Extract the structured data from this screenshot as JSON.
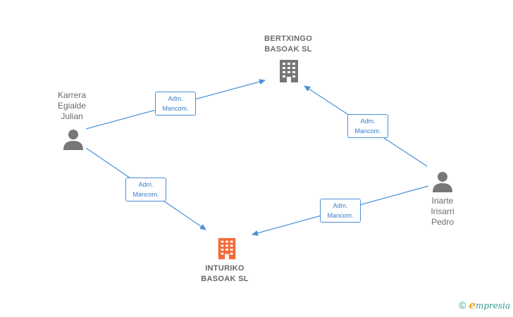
{
  "companies": {
    "bertxingo": {
      "label": "BERTXINGO\nBASOAK SL",
      "color": "#777777"
    },
    "inturiko": {
      "label": "INTURIKO\nBASOAK SL",
      "color": "#f26b3a"
    }
  },
  "persons": {
    "karrera": {
      "label": "Karrera\nEgialde\nJulian"
    },
    "iriarte": {
      "label": "Iriarte\nIrisarri\nPedro"
    }
  },
  "relations": [
    {
      "line1": "Adm.",
      "line2": "Mancom."
    },
    {
      "line1": "Adm.",
      "line2": "Mancom."
    },
    {
      "line1": "Adm.",
      "line2": "Mancom."
    },
    {
      "line1": "Adm.",
      "line2": "Mancom."
    }
  ],
  "footer": {
    "copyright": "©",
    "brand_initial": "e",
    "brand_rest": "mpresia"
  },
  "colors": {
    "edge": "#4a90d9",
    "person_icon": "#777777"
  }
}
